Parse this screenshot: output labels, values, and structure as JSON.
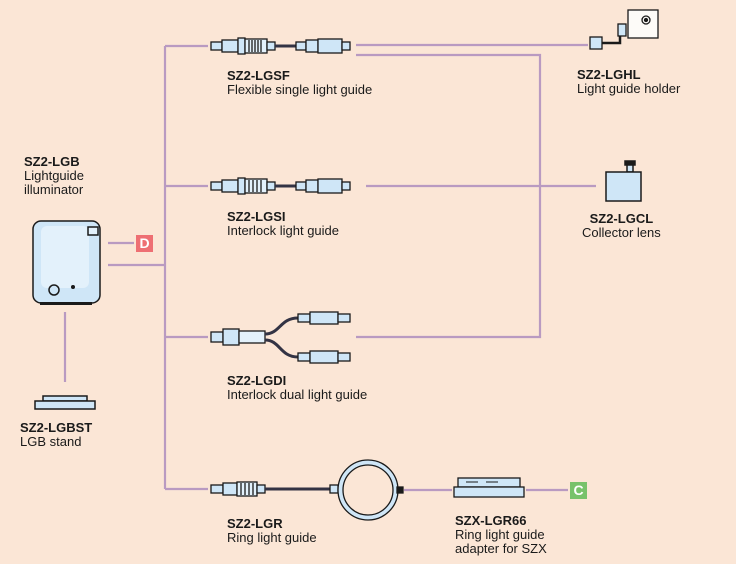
{
  "colors": {
    "background": "#fbe6d6",
    "connector": "#b99ac1",
    "badge_d": "#ee6f73",
    "badge_c": "#78c26b"
  },
  "nodes": {
    "lgb": {
      "code": "SZ2-LGB",
      "desc_lines": [
        "Lightguide",
        "illuminator"
      ],
      "icon": "illuminator-icon"
    },
    "lgbst": {
      "code": "SZ2-LGBST",
      "desc": "LGB stand",
      "icon": "stand-icon"
    },
    "lgsf": {
      "code": "SZ2-LGSF",
      "desc": "Flexible single light guide",
      "icon": "single-light-guide-icon"
    },
    "lgsi": {
      "code": "SZ2-LGSI",
      "desc": "Interlock light guide",
      "icon": "interlock-light-guide-icon"
    },
    "lgdi": {
      "code": "SZ2-LGDI",
      "desc": "Interlock dual light guide",
      "icon": "dual-light-guide-icon"
    },
    "lgr": {
      "code": "SZ2-LGR",
      "desc": "Ring light guide",
      "icon": "ring-light-guide-icon"
    },
    "lghl": {
      "code": "SZ2-LGHL",
      "desc": "Light guide holder",
      "icon": "holder-icon"
    },
    "lgcl": {
      "code": "SZ2-LGCL",
      "desc": "Collector lens",
      "icon": "collector-lens-icon"
    },
    "lgr66": {
      "code": "SZX-LGR66",
      "desc_lines": [
        "Ring light guide",
        "adapter for SZX"
      ],
      "icon": "adapter-icon"
    }
  },
  "badges": {
    "d": "D",
    "c": "C"
  }
}
